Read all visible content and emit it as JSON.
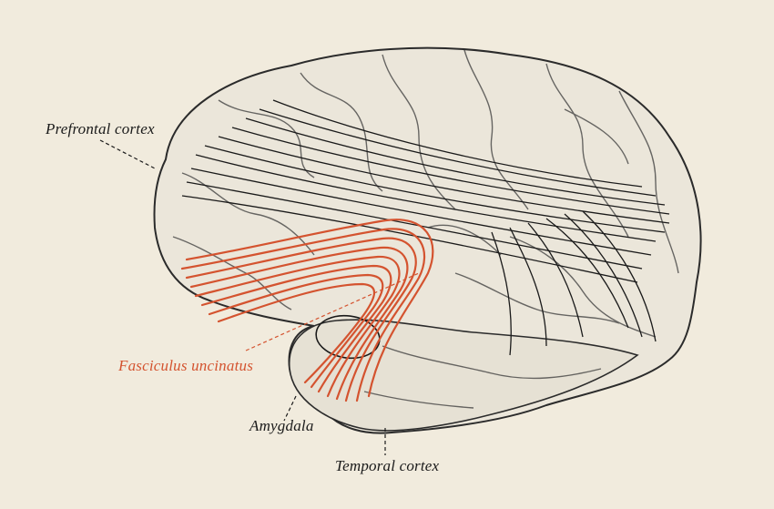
{
  "colors": {
    "background": "#f1ebdd",
    "ink": "#1a1a1a",
    "accent": "#d4532f",
    "brain_fill": "#e9e4d8"
  },
  "diagram": {
    "subject": "Lateral view of the human brain showing white-matter tracts",
    "labels": {
      "prefrontal_cortex": "Prefrontal cortex",
      "fasciculus_uncinatus": "Fasciculus uncinatus",
      "amygdala": "Amygdala",
      "temporal_cortex": "Temporal cortex"
    }
  }
}
